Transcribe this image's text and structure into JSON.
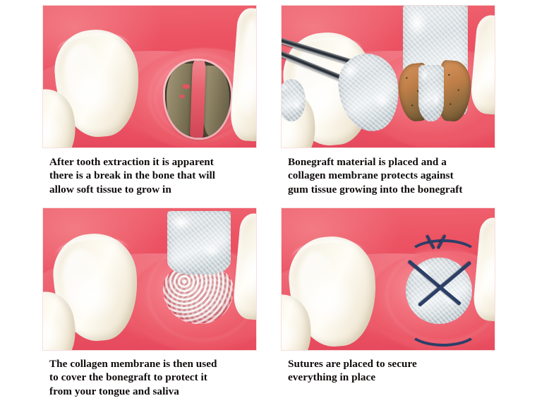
{
  "figure": {
    "subject": "dental-bone-graft-procedure",
    "panel_count": 4,
    "background_color": "#ffffff"
  },
  "palette": {
    "gum_pink": "#ec5565",
    "gum_pink_light": "#f58a91",
    "gum_pink_dark": "#d8394c",
    "tooth_ivory": "#f8f3e6",
    "tooth_shadow": "#ded2ba",
    "socket_dark": "#4a4433",
    "socket_olive": "#8a8062",
    "bone_tan": "#c07f49",
    "graft_white": "#e6eaec",
    "membrane_grey": "#cfd6da",
    "forceps_steel": "#3a4047",
    "suture_navy": "#2c3f68"
  },
  "panels": [
    {
      "id": "panel-1",
      "step": 1,
      "scene_name": "extraction-socket-with-bone-break",
      "caption_lines": [
        "After tooth extraction it is apparent",
        "there is a break in the bone that will",
        "allow soft tissue to grow in"
      ],
      "elements": [
        "gum-tissue",
        "canine-tooth",
        "adjacent-tooth",
        "extraction-socket",
        "bone-break-ridge"
      ]
    },
    {
      "id": "panel-2",
      "step": 2,
      "scene_name": "bonegraft-placed-with-collagen-membrane-in-forceps",
      "caption_lines": [
        "Bonegraft material is placed and a",
        "collagen membrane protects against",
        "gum tissue growing into the bonegraft"
      ],
      "elements": [
        "gum-tissue",
        "canine-tooth",
        "surgical-forceps",
        "collagen-membrane-plug",
        "bonegraft-column",
        "exposed-bone-wall"
      ]
    },
    {
      "id": "panel-3",
      "step": 3,
      "scene_name": "collagen-membrane-covering-bonegraft",
      "caption_lines": [
        "The collagen membrane is then used",
        "to cover the bonegraft to protect it",
        "from your tongue and saliva"
      ],
      "elements": [
        "gum-tissue",
        "canine-tooth",
        "adjacent-tooth",
        "collagen-membrane-sheet",
        "granular-bonegraft"
      ]
    },
    {
      "id": "panel-4",
      "step": 4,
      "scene_name": "sutures-securing-graft-site",
      "caption_lines": [
        "Sutures are placed to secure",
        "everything in place"
      ],
      "elements": [
        "gum-tissue",
        "canine-tooth",
        "membrane-disc",
        "cross-suture",
        "suture-knot"
      ]
    }
  ]
}
